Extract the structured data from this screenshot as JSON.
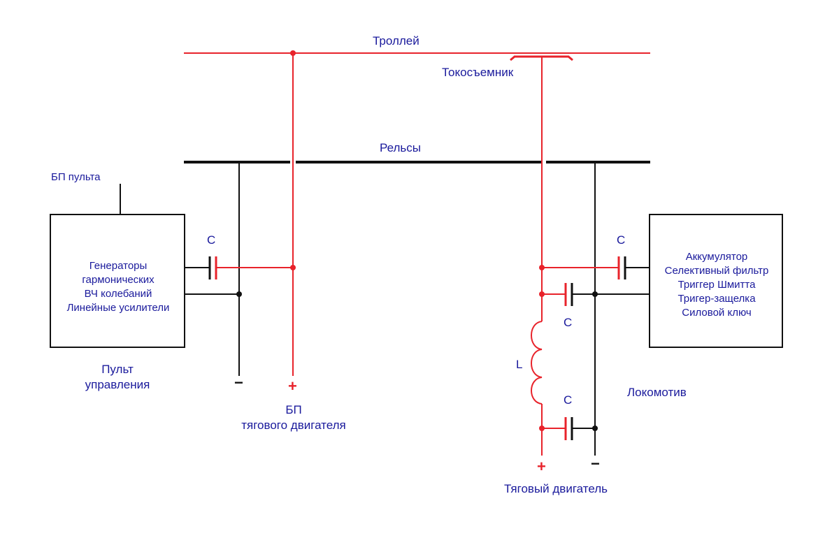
{
  "colors": {
    "power_line": "#e8232b",
    "ground_line": "#111111",
    "label": "#1a1a9c"
  },
  "labels": {
    "trolley": "Троллей",
    "pantograph": "Токосъемник",
    "rails": "Рельсы",
    "console_power": "БП пульта",
    "console_title_line1": "Пульт",
    "console_title_line2": "управления",
    "traction_psu_line1": "БП",
    "traction_psu_line2": "тягового двигателя",
    "locomotive": "Локомотив",
    "traction_motor": "Тяговый двигатель",
    "cap_left": "C",
    "cap_right_top": "C",
    "cap_right_mid": "C",
    "cap_right_bottom": "C",
    "inductor": "L",
    "minus_left": "−",
    "plus_left": "+",
    "minus_right": "−",
    "plus_right": "+"
  },
  "console_box": {
    "lines": [
      "Генераторы",
      "гармонических",
      "ВЧ колебаний",
      "Линейные усилители"
    ]
  },
  "locomotive_box": {
    "lines": [
      "Аккумулятор",
      "Селективный фильтр",
      "Триггер Шмитта",
      "Тригер-защелка",
      "Силовой ключ"
    ]
  }
}
